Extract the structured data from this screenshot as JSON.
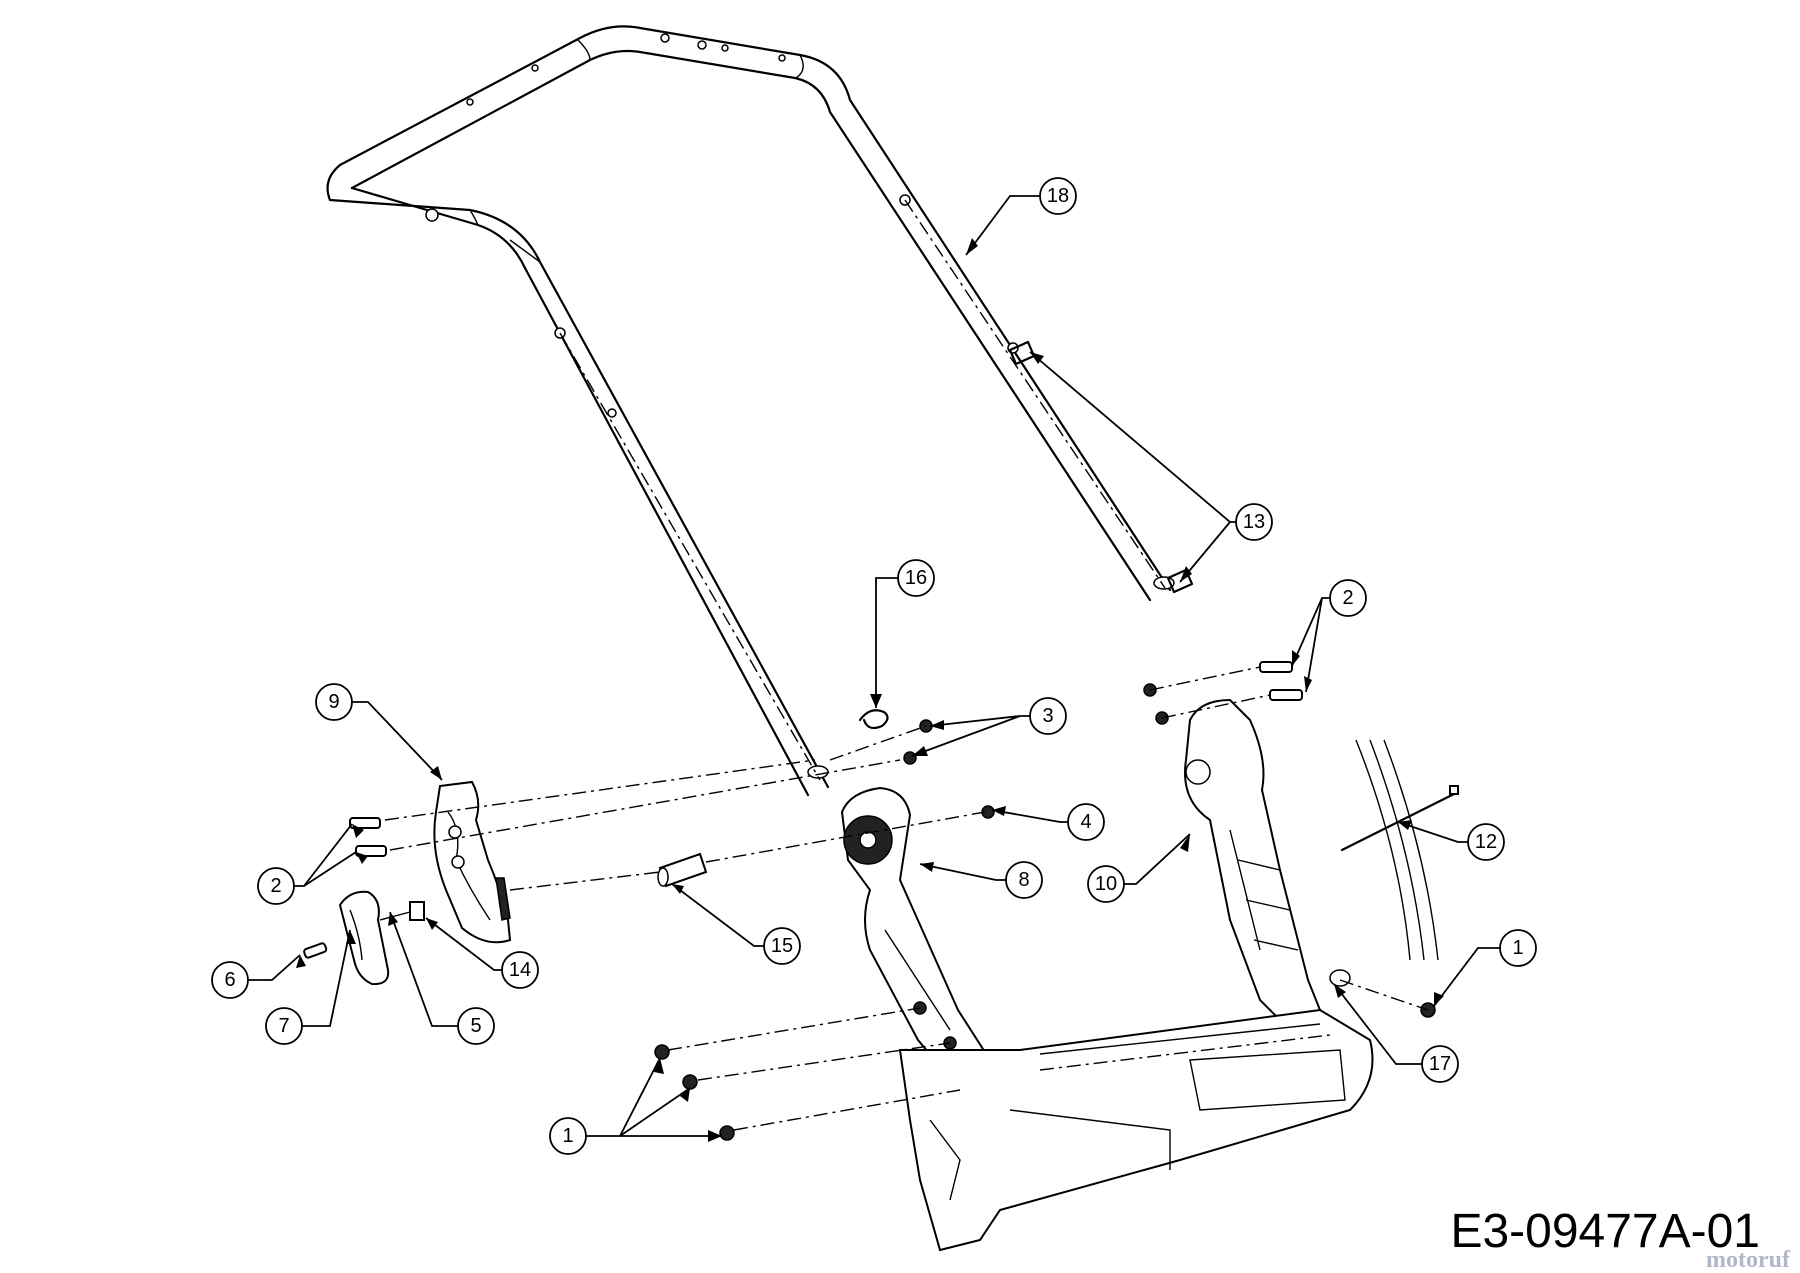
{
  "drawing_code": "E3-09477A-01",
  "watermark": "motoruf",
  "callouts": [
    {
      "id": "c18",
      "label": "18"
    },
    {
      "id": "c13",
      "label": "13"
    },
    {
      "id": "c16",
      "label": "16"
    },
    {
      "id": "c2a",
      "label": "2"
    },
    {
      "id": "c9",
      "label": "9"
    },
    {
      "id": "c3",
      "label": "3"
    },
    {
      "id": "c4",
      "label": "4"
    },
    {
      "id": "c12",
      "label": "12"
    },
    {
      "id": "c2b",
      "label": "2"
    },
    {
      "id": "c8",
      "label": "8"
    },
    {
      "id": "c10",
      "label": "10"
    },
    {
      "id": "c15",
      "label": "15"
    },
    {
      "id": "c14",
      "label": "14"
    },
    {
      "id": "c1a",
      "label": "1"
    },
    {
      "id": "c6",
      "label": "6"
    },
    {
      "id": "c5",
      "label": "5"
    },
    {
      "id": "c7",
      "label": "7"
    },
    {
      "id": "c17",
      "label": "17"
    },
    {
      "id": "c1b",
      "label": "1"
    }
  ]
}
